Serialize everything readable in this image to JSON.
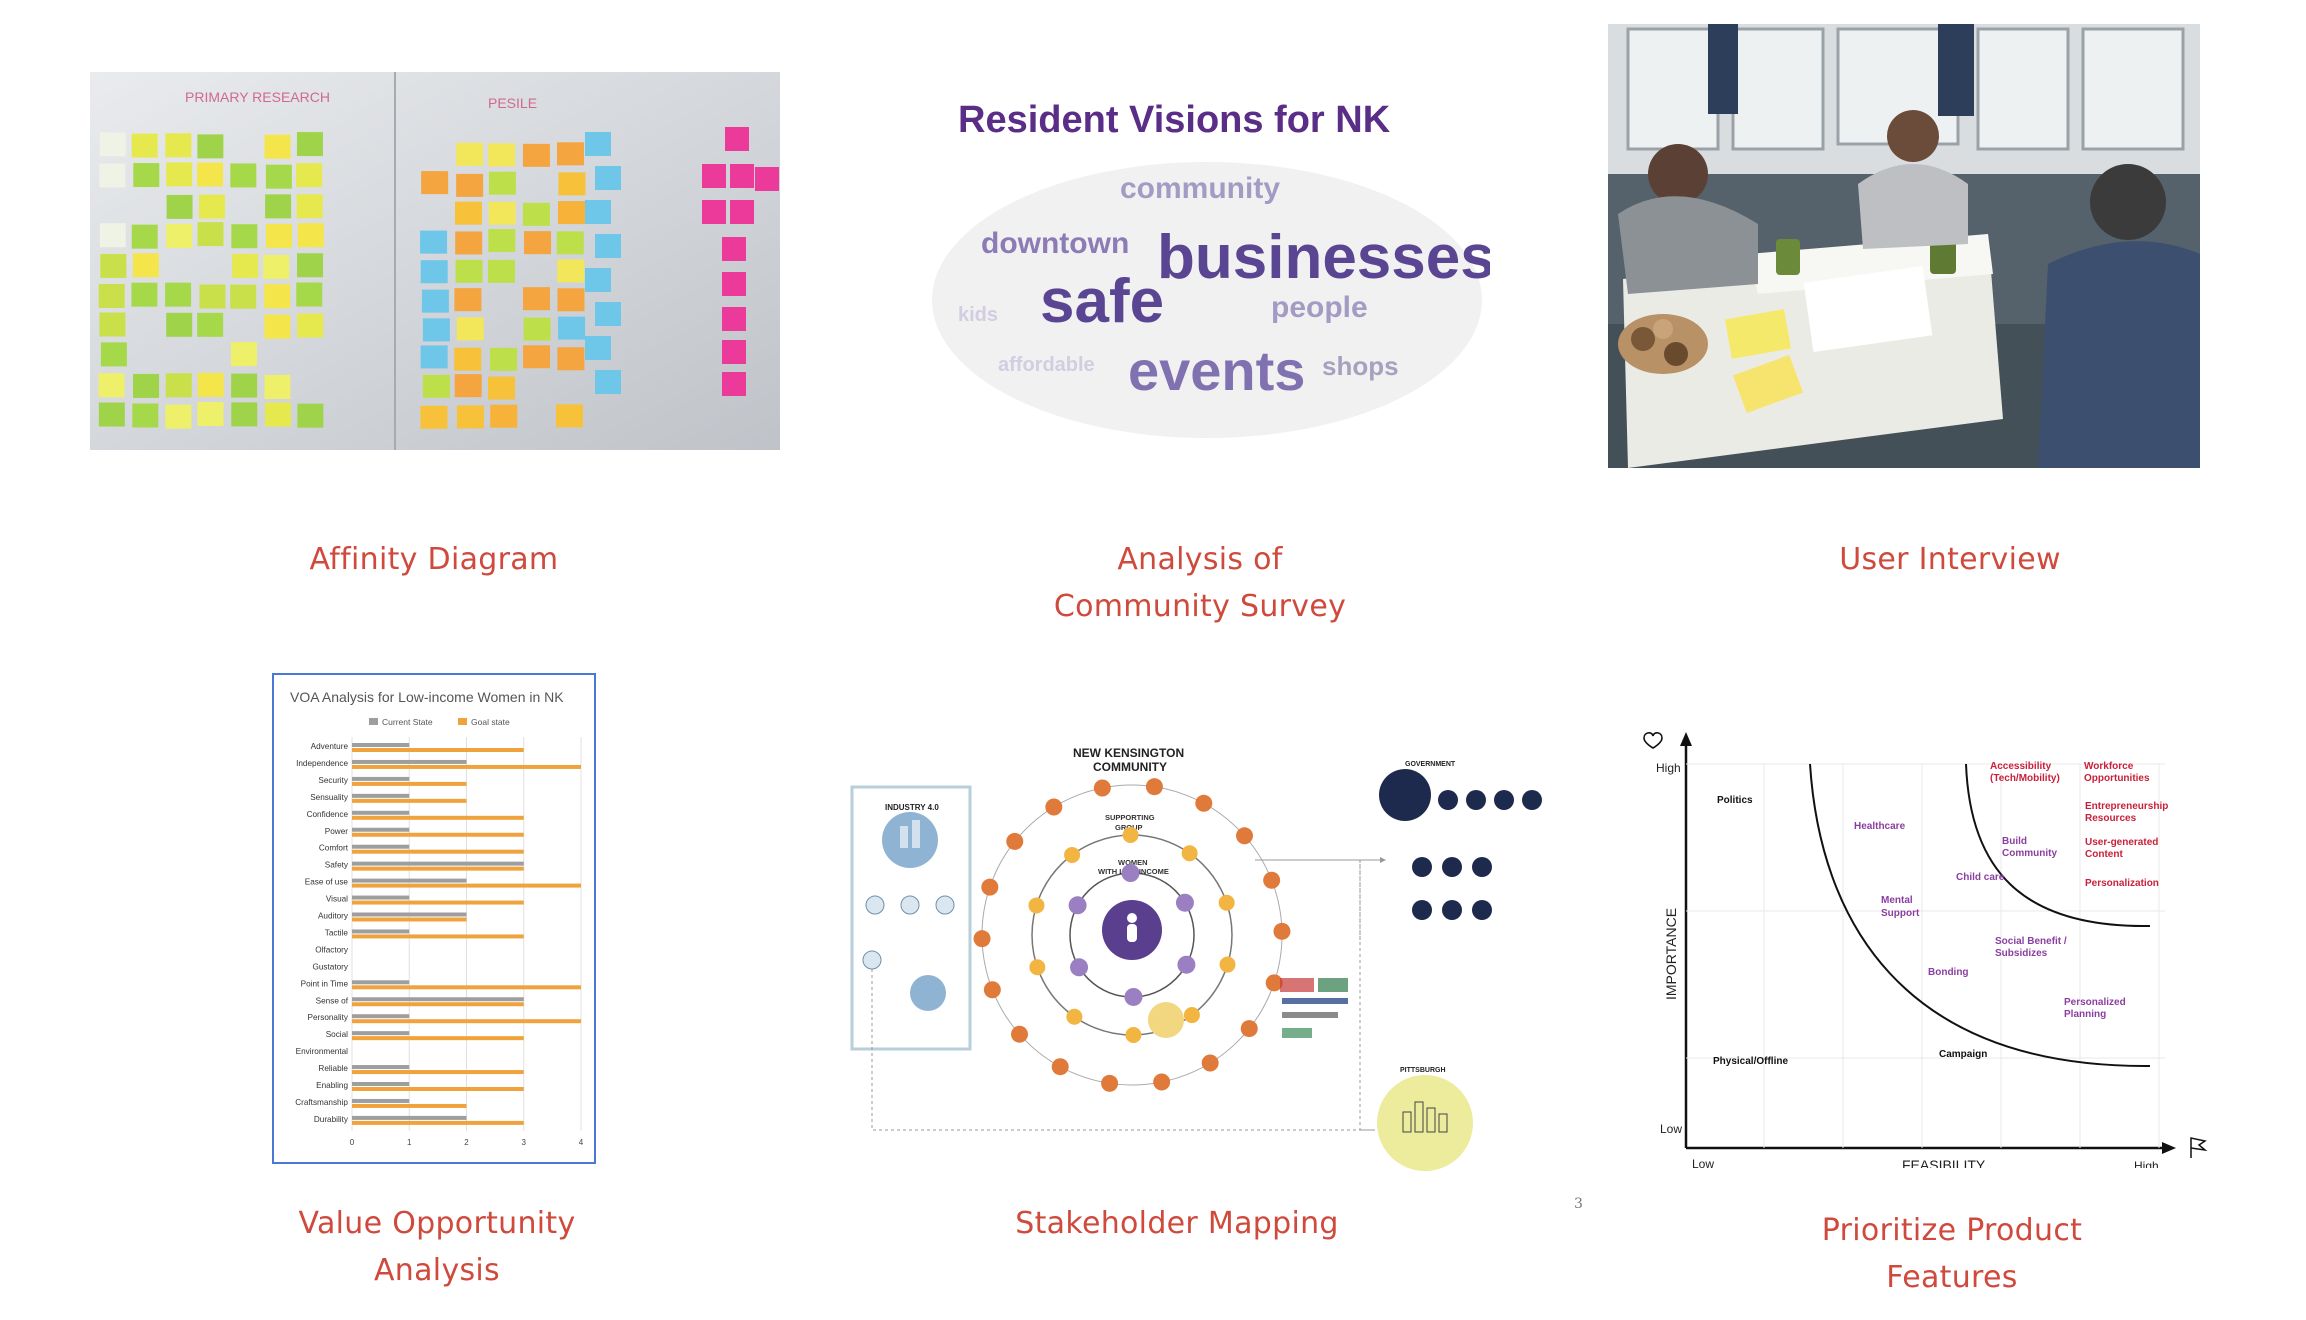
{
  "affinity": {
    "board_left": "PRIMARY RESEARCH",
    "board_right": "PESILE",
    "caption": "Affinity Diagram"
  },
  "survey": {
    "title": "Resident Visions for NK",
    "words": [
      {
        "text": "community",
        "weight": 3
      },
      {
        "text": "downtown",
        "weight": 3
      },
      {
        "text": "businesses",
        "weight": 5
      },
      {
        "text": "safe",
        "weight": 5
      },
      {
        "text": "people",
        "weight": 3
      },
      {
        "text": "kids",
        "weight": 1
      },
      {
        "text": "affordable",
        "weight": 1
      },
      {
        "text": "events",
        "weight": 5
      },
      {
        "text": "shops",
        "weight": 2
      }
    ],
    "caption_line1": "Analysis of",
    "caption_line2": "Community Survey"
  },
  "interview": {
    "caption": "User Interview"
  },
  "voa": {
    "caption_line1": "Value Opportunity",
    "caption_line2": "Analysis",
    "colors": {
      "current": "#9e9e9e",
      "goal": "#f0a33c",
      "frame": "#4a78d6"
    },
    "chart_data": {
      "type": "bar",
      "title": "VOA Analysis for Low-income Women in NK",
      "orientation": "horizontal",
      "categories": [
        "Adventure",
        "Independence",
        "Security",
        "Sensuality",
        "Confidence",
        "Power",
        "Comfort",
        "Safety",
        "Ease of use",
        "Visual",
        "Auditory",
        "Tactile",
        "Olfactory",
        "Gustatory",
        "Point in Time",
        "Sense of",
        "Personality",
        "Social",
        "Environmental",
        "Reliable",
        "Enabling",
        "Craftsmanship",
        "Durability"
      ],
      "series": [
        {
          "name": "Current State",
          "values": [
            1,
            2,
            1,
            1,
            1,
            1,
            1,
            3,
            2,
            1,
            2,
            1,
            0,
            0,
            1,
            3,
            1,
            1,
            0,
            1,
            1,
            1,
            2
          ]
        },
        {
          "name": "Goal state",
          "values": [
            3,
            4,
            2,
            2,
            3,
            3,
            3,
            3,
            4,
            3,
            2,
            3,
            0,
            0,
            4,
            3,
            4,
            3,
            0,
            3,
            3,
            2,
            3
          ]
        }
      ],
      "xlim": [
        0,
        4
      ],
      "xticks": [
        "0",
        "1",
        "2",
        "3",
        "4"
      ],
      "legend": "top",
      "grid": true
    }
  },
  "stakeholder": {
    "caption": "Stakeholder Mapping",
    "community_title_1": "NEW KENSINGTON",
    "community_title_2": "COMMUNITY",
    "supporting_1": "SUPPORTING",
    "supporting_2": "GROUP",
    "women_1": "WOMEN",
    "women_2": "WITH LOW INCOME",
    "industry": "INDUSTRY 4.0",
    "government": "GOVERNMENT",
    "pittsburgh": "PITTSBURGH"
  },
  "prioritize": {
    "caption": "Prioritize Product Features",
    "y_axis": "IMPORTANCE",
    "x_axis": "FEASIBILITY",
    "y_high": "High",
    "y_low": "Low",
    "x_low": "Low",
    "x_high": "High",
    "colors": {
      "purple": "#8a3fa0",
      "red": "#c8203a",
      "black": "#111111"
    },
    "labels_black": [
      {
        "text": "Politics"
      },
      {
        "text": "Physical/Offline"
      },
      {
        "text": "Campaign"
      }
    ],
    "labels_purple": [
      {
        "text": "Healthcare"
      },
      {
        "text": "Mental"
      },
      {
        "text": "Support"
      },
      {
        "text": "Bonding"
      },
      {
        "text": "Child care"
      },
      {
        "text": "Social Benefit /"
      },
      {
        "text": "Subsidizes"
      },
      {
        "text": "Personalized"
      },
      {
        "text": "Planning"
      },
      {
        "text": "Build"
      },
      {
        "text": "Community"
      }
    ],
    "labels_red": [
      {
        "text": "Accessibility"
      },
      {
        "text": "(Tech/Mobility)"
      },
      {
        "text": "Workforce"
      },
      {
        "text": "Opportunities"
      },
      {
        "text": "Entrepreneurship"
      },
      {
        "text": "Resources"
      },
      {
        "text": "User-generated"
      },
      {
        "text": "Content"
      },
      {
        "text": "Personalization"
      }
    ]
  },
  "page_number": "3"
}
